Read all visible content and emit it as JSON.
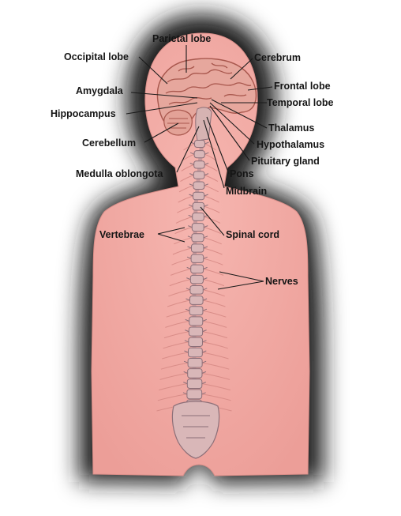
{
  "labels": {
    "parietal_lobe": "Parietal lobe",
    "occipital_lobe": "Occipital lobe",
    "cerebrum": "Cerebrum",
    "amygdala": "Amygdala",
    "frontal_lobe": "Frontal lobe",
    "temporal_lobe": "Temporal lobe",
    "hippocampus": "Hippocampus",
    "thalamus": "Thalamus",
    "hypothalamus": "Hypothalamus",
    "cerebellum": "Cerebellum",
    "pituitary_gland": "Pituitary gland",
    "pons": "Pons",
    "medulla_oblongota": "Medulla oblongota",
    "midbrain": "Midbrain",
    "vertebrae": "Vertebrae",
    "spinal_cord": "Spinal cord",
    "nerves": "Nerves"
  },
  "colors": {
    "skin": "#f2aaa4",
    "skin_edge": "#d98d88",
    "shadow": "#1c1c1c",
    "brain": "#e6a79d",
    "brain_fold": "#a8574d",
    "vertebra": "#d9b7b8",
    "vertebra_edge": "#8c6f78",
    "leader_line": "#1a1a1a"
  }
}
